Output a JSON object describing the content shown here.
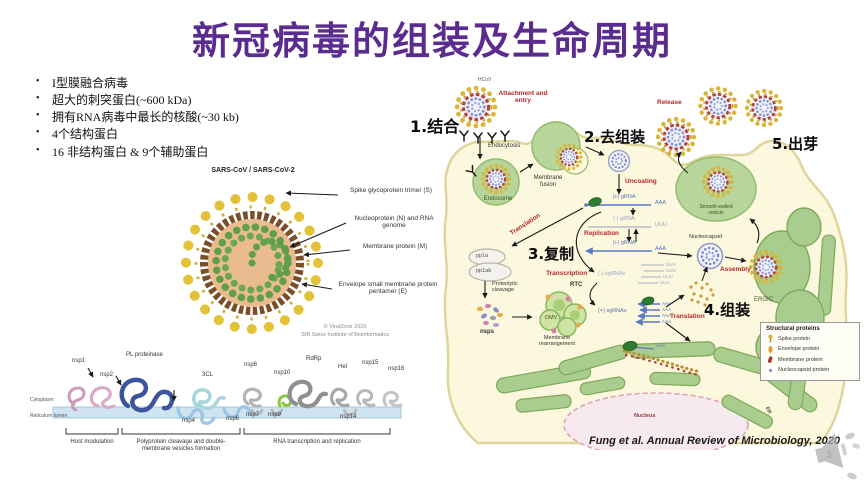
{
  "slide": {
    "title": "新冠病毒的组装及生命周期",
    "page_number": "3",
    "citation": "Fung et al. Annual Review of Microbiology, 2020"
  },
  "colors": {
    "title_purple": "#5b2c8f",
    "accent_red": "#b5272d",
    "cell_fill": "#fcf8dd",
    "organelle_green": "#a9cd8e"
  },
  "bullets": [
    "I型膜融合病毒",
    "超大的刺突蛋白(~600 kDa)",
    "拥有RNA病毒中最长的核酸(~30 kb)",
    "4个结构蛋白",
    "16 非结构蛋白 & 9个辅助蛋白"
  ],
  "virion_figure": {
    "title": "SARS-CoV / SARS-CoV-2",
    "label_spike": "Spike glycoprotein trimer (S)",
    "label_nucleoprotein": "Nucleoprotein (N) and RNA genome",
    "label_membrane": "Membrane protein (M)",
    "label_envelope": "Envelope small membrane protein pentamer (E)",
    "credit_line1": "© ViralZone 2020",
    "credit_line2": "SIB Swiss Institute of Bioinformatics"
  },
  "genome_figure": {
    "cytoplasm": "Cytoplasm",
    "reticulum_lumen": "Reticulum lumen",
    "nsp1": "nsp1",
    "nsp2": "nsp2",
    "pl_proteinase": "PL proteinase",
    "three_cl": "3CL",
    "nsp4": "nsp4",
    "nsp6": "nsp6",
    "nsp7": "nsp7",
    "nsp8": "nsp8",
    "nsp9": "nsp9",
    "nsp10": "nsp10",
    "rdrp": "RdRp",
    "hel": "Hel",
    "nsp14": "nsp14",
    "nsp15": "nsp15",
    "nsp16": "nsp16",
    "bracket1": "Host modulation",
    "bracket2": "Polyprotein cleavage and double-membrane vesicles formation",
    "bracket3": "RNA transcription and replication"
  },
  "lifecycle": {
    "hcov": "HCoV",
    "attachment": "Attachment and entry",
    "step1": "1.结合",
    "endocytosis": "Endocytosis",
    "endosome": "Endosome",
    "membrane_fusion": "Membrane fusion",
    "step2": "2.去组装",
    "uncoating": "Uncoating",
    "grna_pos": "(+) gRNA",
    "grna_neg": "(-) gRNA",
    "aaa": "AAA",
    "uuu": "UUU",
    "replication": "Replication",
    "translation": "Translation",
    "step3": "3.复制",
    "pp1a": "pp1a",
    "pp1ab": "pp1ab",
    "proteolytic_cleavage": "Proteolytic cleavage",
    "nsps": "nsps",
    "transcription": "Transcription",
    "rtc": "RTC",
    "dmv": "DMV",
    "membrane_rearrangement": "Membrane rearrangement",
    "sgrnas_neg": "(-) sgRNAs",
    "sgrnas_pos": "(+) sgRNAs",
    "step4": "4.组装",
    "nucleocapsid": "Nucleocapsid",
    "assembly": "Assembly",
    "ergic": "ERGIC",
    "smooth_walled_vesicle": "Smooth-walled vesicle",
    "release": "Release",
    "step5": "5.出芽",
    "nucleus": "Nucleus",
    "er": "ER",
    "legend_title": "Structural proteins",
    "legend_spike": "Spike protein",
    "legend_envelope": "Envelope protein",
    "legend_membrane": "Membrane protein",
    "legend_nucleocapsid": "Nucleocapsid protein"
  }
}
